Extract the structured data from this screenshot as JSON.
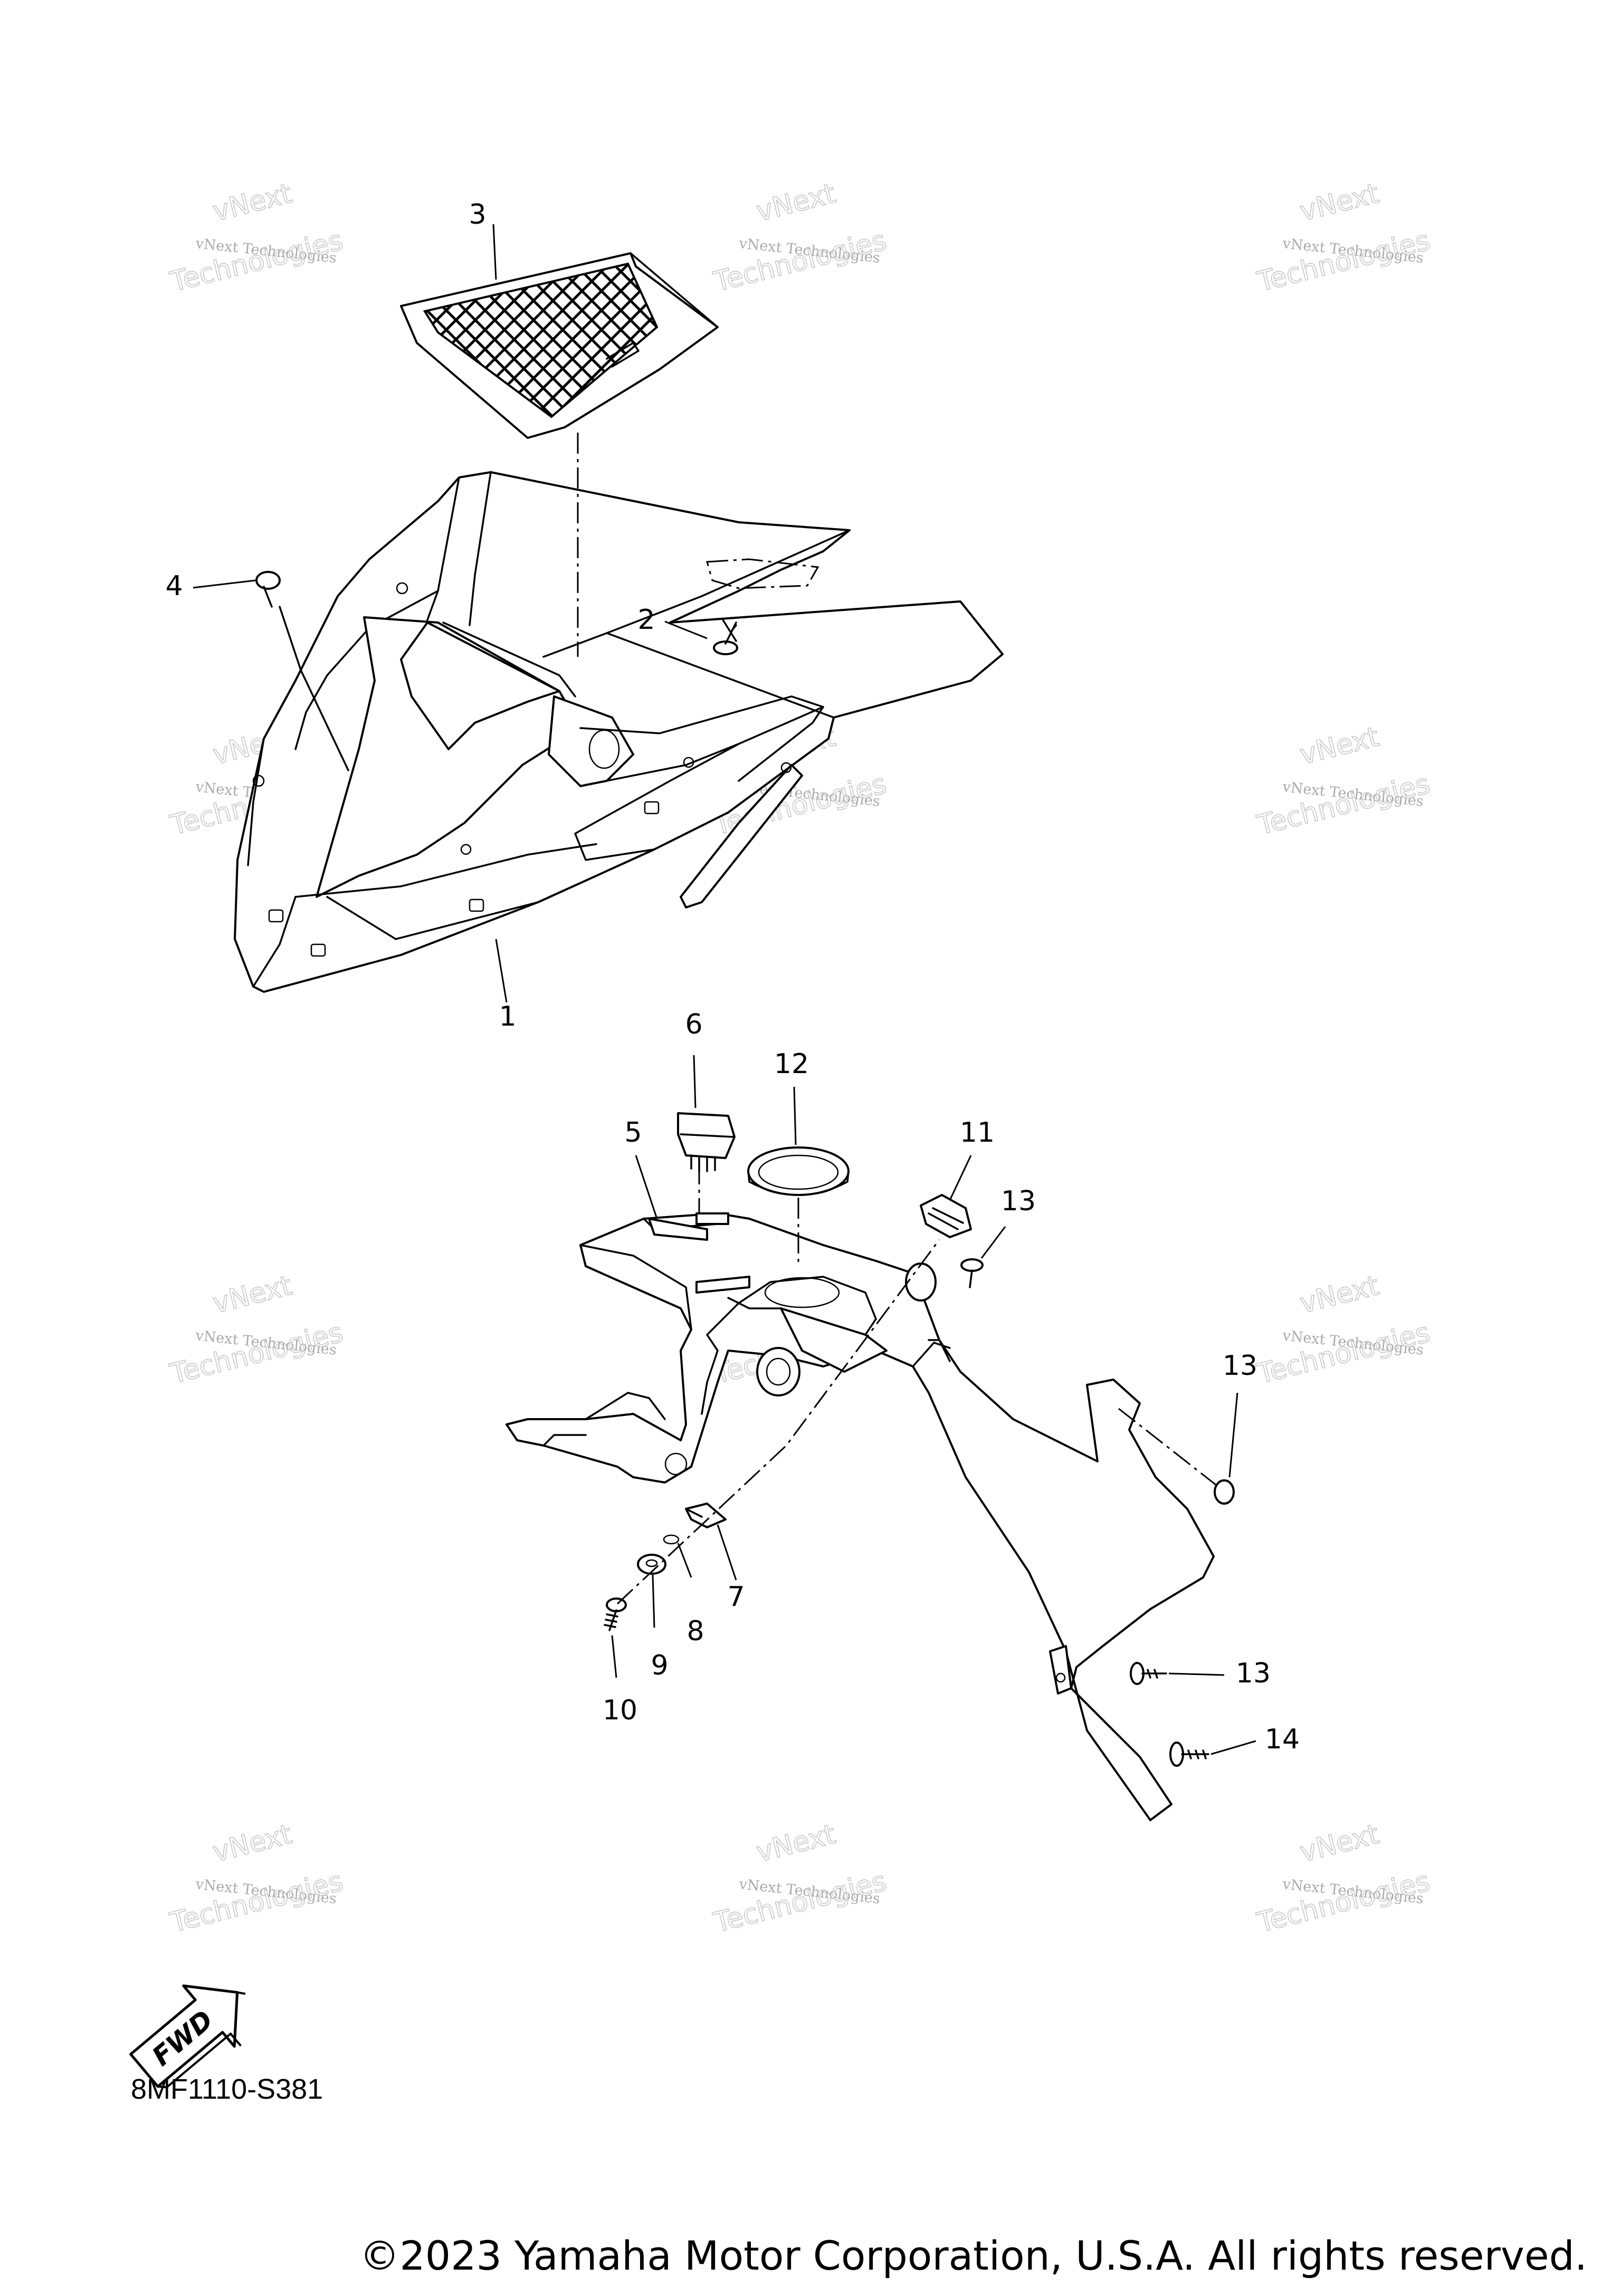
{
  "diagram": {
    "part_callouts": [
      "1",
      "2",
      "3",
      "4",
      "5",
      "6",
      "7",
      "8",
      "9",
      "10",
      "11",
      "12",
      "13",
      "13",
      "13",
      "14"
    ],
    "drawing_code": "8MF1110-S381",
    "fwd_label": "FWD",
    "copyright": "©2023 Yamaha Motor Corporation, U.S.A. All rights reserved.",
    "watermark": {
      "line1": "vNext Technologies",
      "line2": "vNext",
      "line3": "Technologies"
    },
    "icons": {
      "fwd_arrow": "fwd-arrow-icon"
    }
  }
}
